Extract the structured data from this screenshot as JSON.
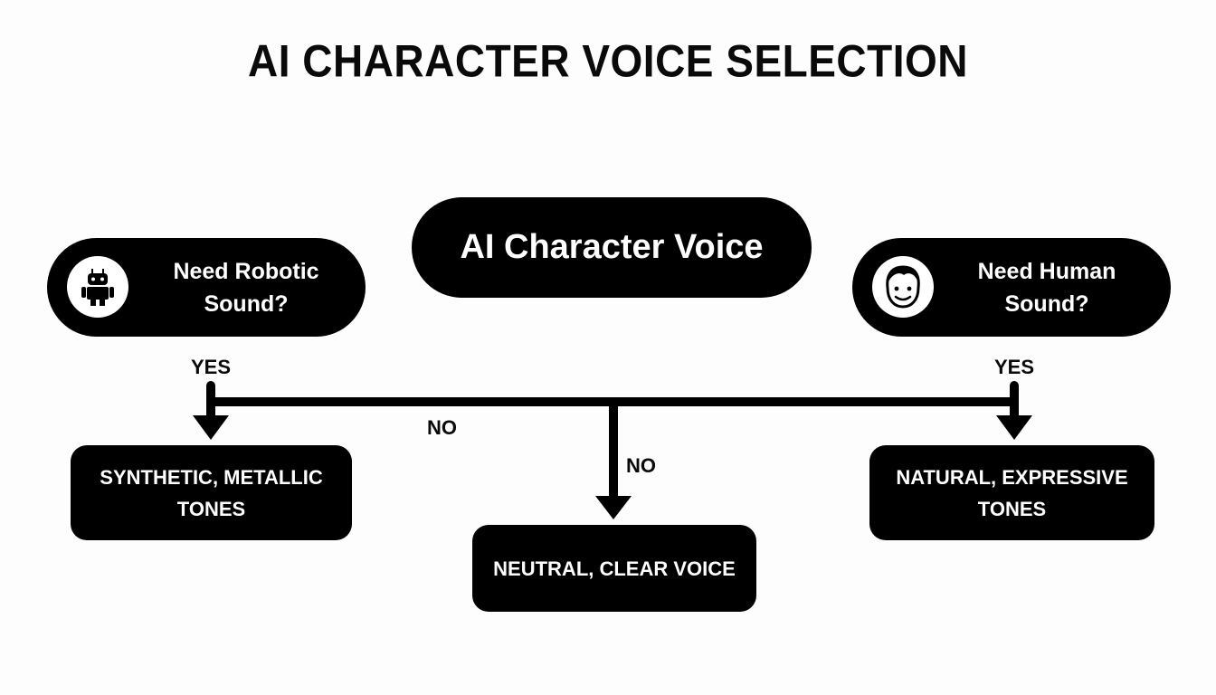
{
  "title": "AI CHARACTER VOICE SELECTION",
  "center_node": {
    "label": "AI Character Voice"
  },
  "left_question": {
    "label": "Need Robotic\nSound?",
    "icon": "robot-icon"
  },
  "right_question": {
    "label": "Need Human\nSound?",
    "icon": "face-icon"
  },
  "edge_labels": {
    "left_yes": "YES",
    "right_yes": "YES",
    "no_horizontal": "NO",
    "no_vertical": "NO"
  },
  "outcomes": {
    "left": "SYNTHETIC, METALLIC\nTONES",
    "center": "NEUTRAL, CLEAR VOICE",
    "right": "NATURAL, EXPRESSIVE\nTONES"
  },
  "colors": {
    "node_fill": "#000000",
    "node_text": "#ffffff",
    "background": "#fdfdfd"
  }
}
